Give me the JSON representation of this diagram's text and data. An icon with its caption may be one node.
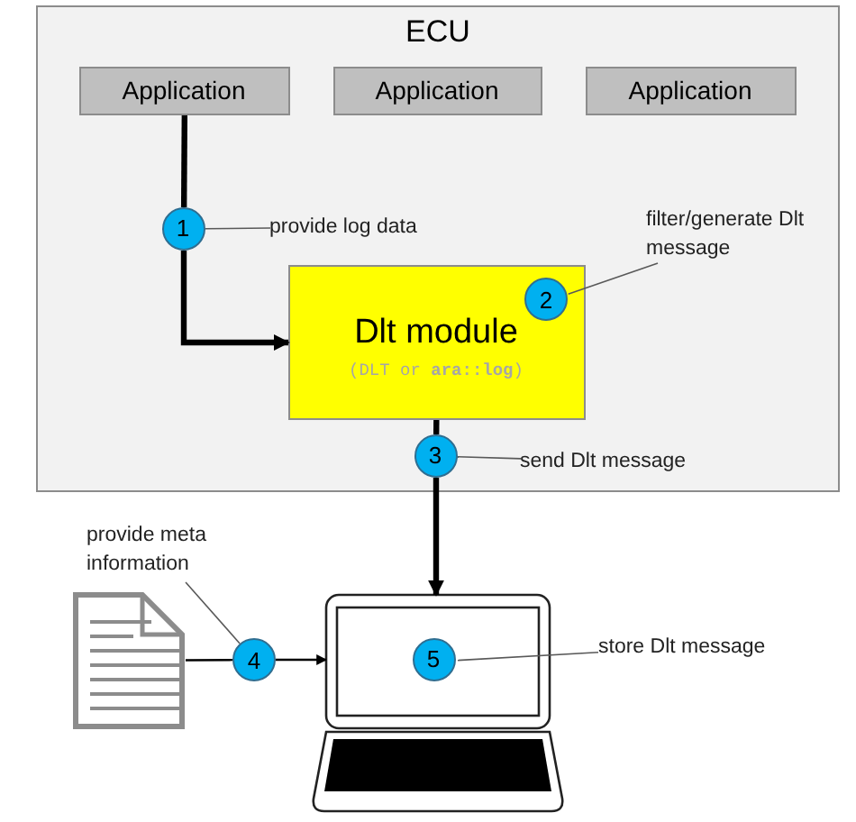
{
  "diagram": {
    "nodes": [
      {
        "text": [
          "ECU"
        ]
      },
      {
        "text": [
          "Application"
        ],
        "in": 0
      },
      {
        "text": [
          "Application"
        ],
        "in": 0
      },
      {
        "text": [
          "Application"
        ],
        "in": 0
      },
      {
        "text": [
          "1"
        ],
        "in": 0
      },
      {
        "text": [
          "Dlt module",
          "(DLT or **ara::log**)"
        ],
        "in": 0
      },
      {
        "text": [
          "2"
        ],
        "in": 5
      },
      {
        "text": [
          "3"
        ],
        "in": 0
      },
      {
        "text": [
          "provide log data"
        ],
        "in": 0
      },
      {
        "text": [
          "filter/generate Dlt message"
        ],
        "in": 0
      },
      {
        "text": [
          "send Dlt message"
        ],
        "in": 0
      },
      {
        "text": [],
        "shape": "document"
      },
      {
        "text": [
          "4"
        ]
      },
      {
        "text": [],
        "shape": "laptop"
      },
      {
        "text": [
          "5"
        ],
        "in": 13
      },
      {
        "text": [
          "provide meta information"
        ]
      },
      {
        "text": [
          "store Dlt message"
        ]
      }
    ],
    "edges": [
      {
        "from": 1,
        "to": 4,
        "arrow": "none",
        "style": "thick"
      },
      {
        "from": 4,
        "to": 5,
        "arrow": "to",
        "style": "thick"
      },
      {
        "from": 5,
        "to": 7,
        "arrow": "none",
        "style": "thick"
      },
      {
        "from": 7,
        "to": 13,
        "arrow": "to",
        "style": "thick"
      },
      {
        "from": 11,
        "to": 12,
        "arrow": "none"
      },
      {
        "from": 12,
        "to": 13,
        "arrow": "to"
      },
      {
        "from": 8,
        "to": 4,
        "arrow": "none",
        "color": "#595959"
      },
      {
        "from": 9,
        "to": 6,
        "arrow": "none",
        "color": "#595959"
      },
      {
        "from": 10,
        "to": 7,
        "arrow": "none",
        "color": "#595959"
      },
      {
        "from": 15,
        "to": 12,
        "arrow": "none",
        "color": "#595959"
      },
      {
        "from": 16,
        "to": 14,
        "arrow": "none",
        "color": "#595959"
      }
    ]
  }
}
